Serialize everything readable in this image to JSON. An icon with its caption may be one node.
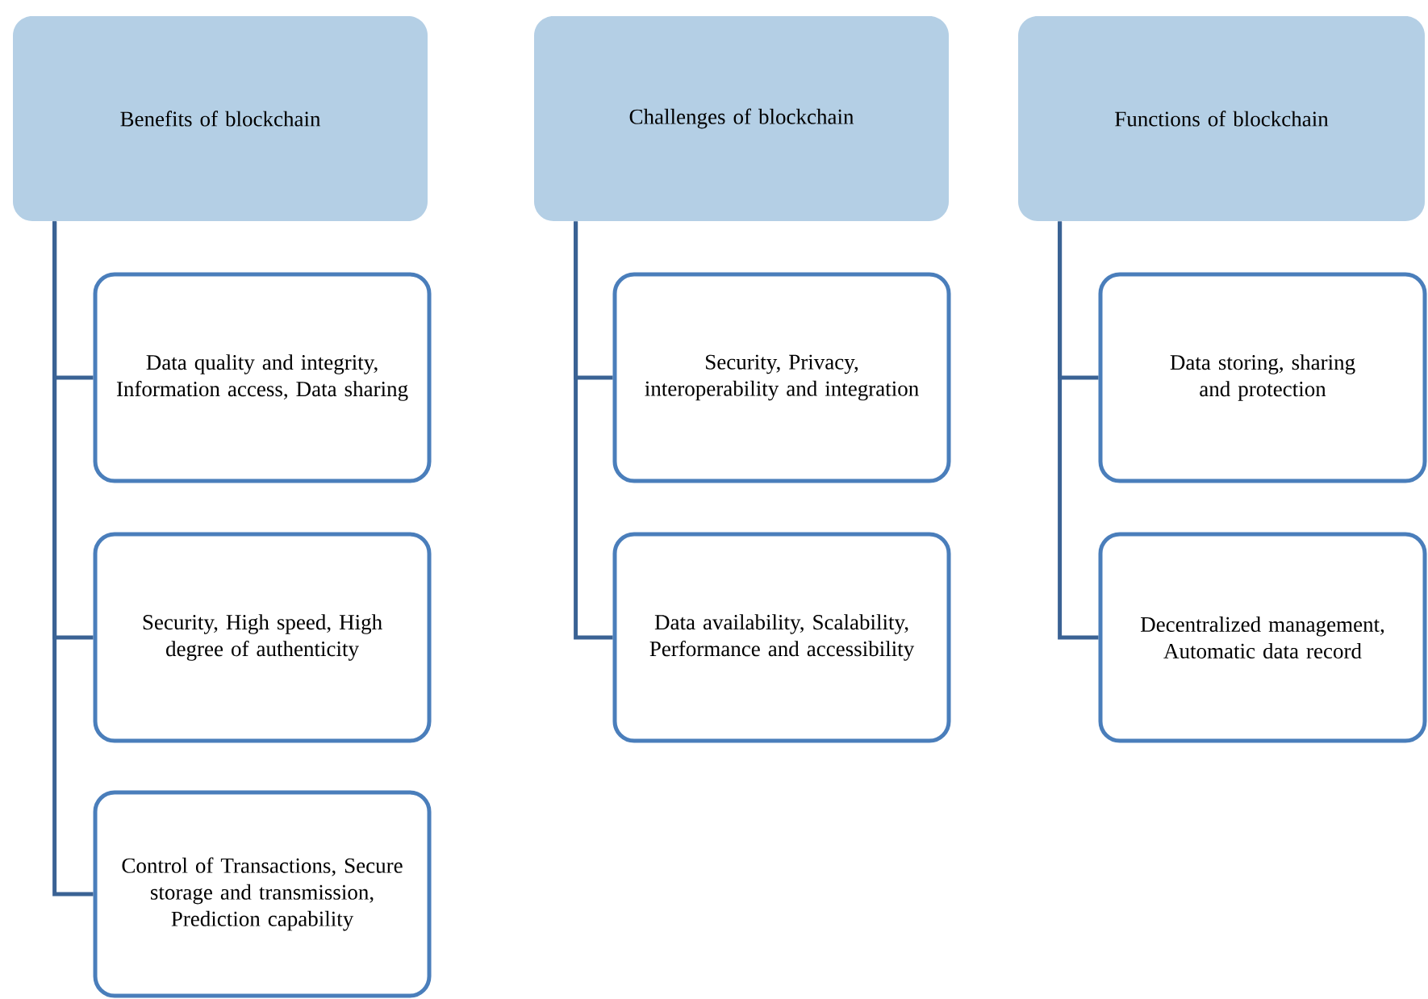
{
  "diagram": {
    "nodes": [
      {
        "text": [
          "Benefits of blockchain"
        ]
      },
      {
        "text": [
          "Data quality and integrity, Information access, Data sharing"
        ]
      },
      {
        "text": [
          "Security, High speed, High degree of authenticity"
        ]
      },
      {
        "text": [
          "Control of Transactions, Secure storage and transmission, Prediction capability"
        ]
      },
      {
        "text": [
          "Challenges of blockchain"
        ]
      },
      {
        "text": [
          "Security, Privacy, interoperability and integration"
        ]
      },
      {
        "text": [
          "Data availability, Scalability, Performance and accessibility"
        ]
      },
      {
        "text": [
          "Functions of blockchain"
        ]
      },
      {
        "text": [
          "Data storing, sharing and protection"
        ]
      },
      {
        "text": [
          "Decentralized management, Automatic data record"
        ]
      }
    ],
    "edges": [
      {
        "from": 0,
        "to": 1,
        "arrow": "none"
      },
      {
        "from": 0,
        "to": 2,
        "arrow": "none"
      },
      {
        "from": 0,
        "to": 3,
        "arrow": "none"
      },
      {
        "from": 4,
        "to": 5,
        "arrow": "none"
      },
      {
        "from": 4,
        "to": 6,
        "arrow": "none"
      },
      {
        "from": 7,
        "to": 8,
        "arrow": "none"
      },
      {
        "from": 7,
        "to": 9,
        "arrow": "none"
      }
    ]
  }
}
